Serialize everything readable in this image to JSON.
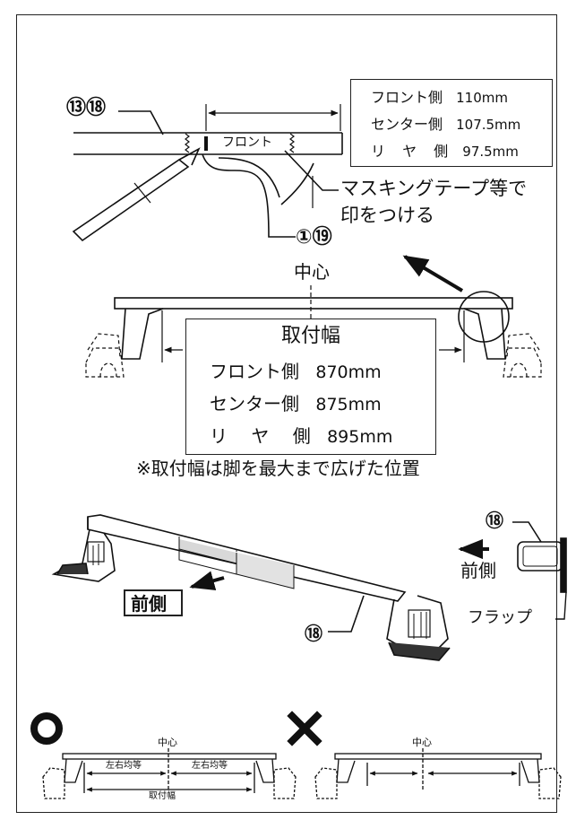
{
  "top_detail": {
    "part_label": "⑬⑱",
    "tape_label": "フロント",
    "callout_lines": [
      "マスキングテープ等で",
      "印をつける"
    ],
    "foot_label": "①⑲",
    "spec_rows": [
      {
        "label": "フロント側",
        "value": "110mm"
      },
      {
        "label": "センター側",
        "value": "107.5mm"
      },
      {
        "label": "リ ヤ 側",
        "value": "97.5mm"
      }
    ]
  },
  "mount_width": {
    "center_label": "中心",
    "title": "取付幅",
    "rows": [
      {
        "label": "フロント側",
        "value": "870mm"
      },
      {
        "label": "センター側",
        "value": "875mm"
      },
      {
        "label": "リ ヤ 側",
        "value": "895mm"
      }
    ],
    "note": "※取付幅は脚を最大まで広げた位置"
  },
  "perspective": {
    "front_label": "前側",
    "bar_label": "⑱",
    "flap_part_label": "⑱",
    "flap_front_label": "前側",
    "flap_label": "フラップ"
  },
  "comparison": {
    "good_center": "中心",
    "good_left": "左右均等",
    "good_right": "左右均等",
    "good_bottom": "取付幅",
    "bad_center": "中心"
  }
}
